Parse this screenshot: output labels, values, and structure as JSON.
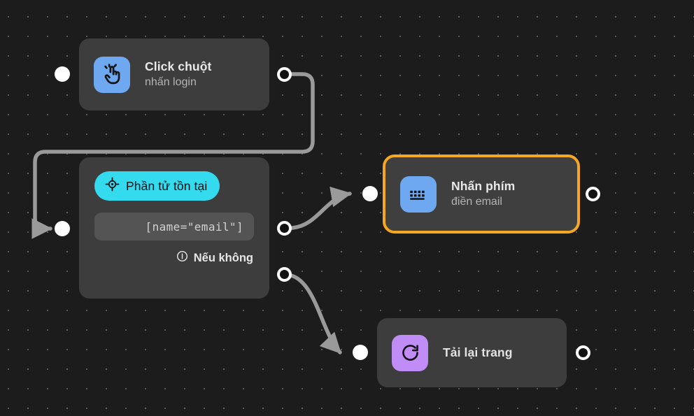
{
  "canvas": {
    "background_color": "#1c1c1c",
    "grid_dot_color": "#5a5a5a",
    "edge_color": "#9a9a9a",
    "selection_color": "#f5a623"
  },
  "nodes": [
    {
      "id": "click",
      "type": "action",
      "title": "Click chuột",
      "subtitle": "nhấn login",
      "icon": "pointer-click-icon",
      "icon_color": "#6ea8f0",
      "selected": false
    },
    {
      "id": "condition",
      "type": "condition",
      "badge_label": "Phần tử tồn tại",
      "badge_icon": "crosshair-target-icon",
      "badge_color": "#34dbef",
      "selector_value": "[name=\"email\"]",
      "else_label": "Nếu không",
      "else_icon": "info-circle-icon",
      "selected": false
    },
    {
      "id": "keypress",
      "type": "action",
      "title": "Nhấn phím",
      "subtitle": "điền email",
      "icon": "keyboard-icon",
      "icon_color": "#6ea8f0",
      "selected": true
    },
    {
      "id": "reload",
      "type": "action",
      "title": "Tải lại trang",
      "icon": "refresh-icon",
      "icon_color": "#c08cf5",
      "selected": false
    }
  ]
}
